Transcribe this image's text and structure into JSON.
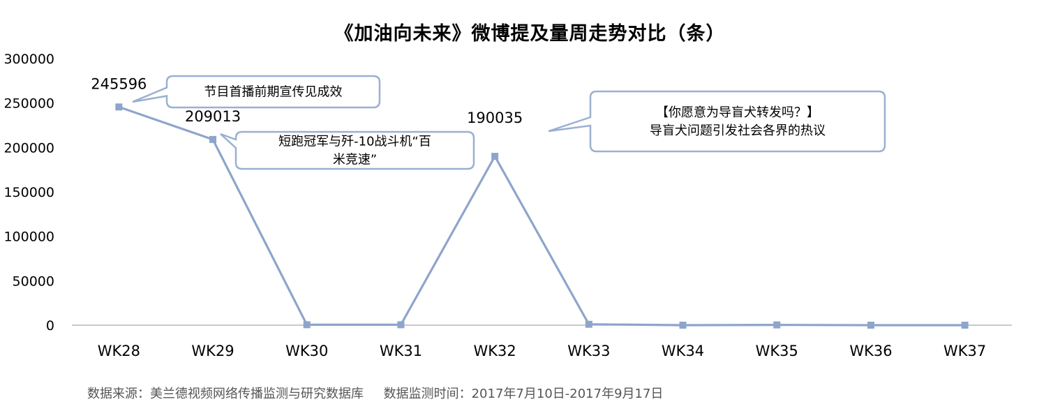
{
  "title": "《加油向未来》微博提及量周走势对比（条）",
  "footnote": "数据来源：美兰德视频网络传播监测与研究数据库     数据监测时间：2017年7月10日-2017年9月17日",
  "colors": {
    "series": "#8EA5CB",
    "axis": "#A6A6A6",
    "callout_border": "#9AB0D0"
  },
  "chart_data": {
    "type": "line",
    "title": "《加油向未来》微博提及量周走势对比（条）",
    "categories": [
      "WK28",
      "WK29",
      "WK30",
      "WK31",
      "WK32",
      "WK33",
      "WK34",
      "WK35",
      "WK36",
      "WK37"
    ],
    "values": [
      245596,
      209013,
      500,
      500,
      190035,
      1000,
      0,
      300,
      0,
      0
    ],
    "ylim": [
      0,
      300000
    ],
    "yticks": [
      "0",
      "50000",
      "100000",
      "150000",
      "200000",
      "250000",
      "300000"
    ],
    "grid": false,
    "legend": "none",
    "data_labels": [
      {
        "index": 0,
        "text": "245596"
      },
      {
        "index": 1,
        "text": "209013"
      },
      {
        "index": 4,
        "text": "190035"
      }
    ],
    "annotations": [
      {
        "index": 0,
        "lines": [
          "节目首播前期宣传见成效"
        ]
      },
      {
        "index": 1,
        "lines": [
          "短跑冠军与歼-10战斗机“百",
          "米竞速”"
        ]
      },
      {
        "index": 4,
        "lines": [
          "【你愿意为导盲犬转发吗？】",
          "导盲犬问题引发社会各界的热议"
        ]
      }
    ]
  }
}
